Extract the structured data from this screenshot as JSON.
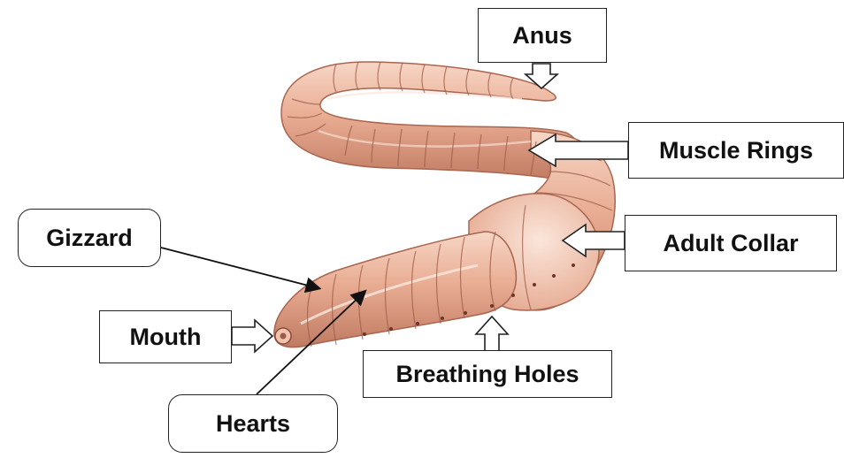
{
  "diagram": {
    "subject": "earthworm",
    "labels": {
      "anus": "Anus",
      "muscle_rings": "Muscle Rings",
      "adult_collar": "Adult Collar",
      "breathing_holes": "Breathing Holes",
      "gizzard": "Gizzard",
      "mouth": "Mouth",
      "hearts": "Hearts"
    },
    "colors": {
      "body": "#E8A98F",
      "body_light": "#F6D2C0",
      "body_shadow": "#B9735C",
      "segment_line": "#9E5B47",
      "outline": "#222222"
    }
  }
}
